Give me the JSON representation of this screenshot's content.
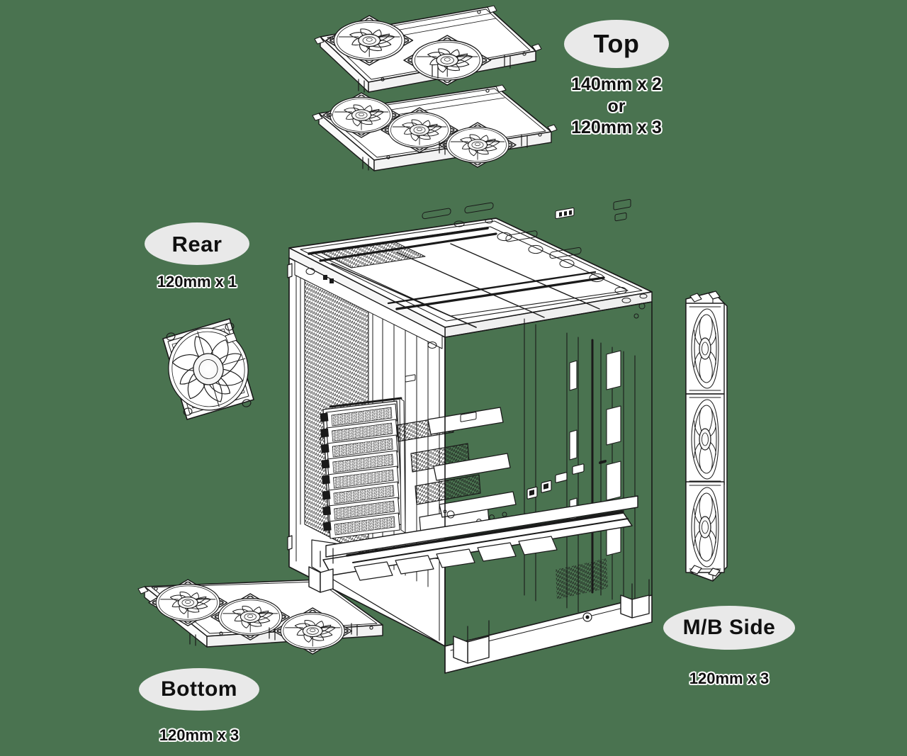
{
  "diagram": {
    "kind": "exploded-view-line-drawing",
    "subject": "PC chassis fan support positions",
    "background_color": "#4a7350",
    "line_color": "#1a1a1a",
    "label_oval_color": "#e9e9e9",
    "label_text_color": "#101010"
  },
  "callouts": [
    {
      "id": "top",
      "title": "Top",
      "spec": "140mm x 2\nor\n120mm x 3",
      "spec_lines": [
        "140mm x 2",
        "or",
        "120mm x 3"
      ]
    },
    {
      "id": "rear",
      "title": "Rear",
      "spec": "120mm x 1",
      "spec_lines": [
        "120mm x 1"
      ]
    },
    {
      "id": "mb_side",
      "title": "M/B Side",
      "spec": "120mm x 3",
      "spec_lines": [
        "120mm x 3"
      ]
    },
    {
      "id": "bottom",
      "title": "Bottom",
      "spec": "120mm x 3",
      "spec_lines": [
        "120mm x 3"
      ]
    }
  ],
  "parts": {
    "top_bracket_140": {
      "name": "Top fan bracket with 2 x 140mm fans",
      "fan_count": 2,
      "fan_size_mm": 140
    },
    "top_bracket_120": {
      "name": "Top fan bracket with 3 x 120mm fans",
      "fan_count": 3,
      "fan_size_mm": 120
    },
    "rear_fan": {
      "name": "Rear 120mm fan",
      "fan_count": 1,
      "fan_size_mm": 120
    },
    "mb_side_bracket": {
      "name": "M/B side fan bracket with 3 x 120mm fans (edge view)",
      "fan_count": 3,
      "fan_size_mm": 120
    },
    "bottom_bracket": {
      "name": "Bottom fan bracket with 3 x 120mm fans",
      "fan_count": 3,
      "fan_size_mm": 120
    },
    "chassis": {
      "name": "Mid-tower chassis frame",
      "pci_slots": 8,
      "feet": 4
    }
  }
}
